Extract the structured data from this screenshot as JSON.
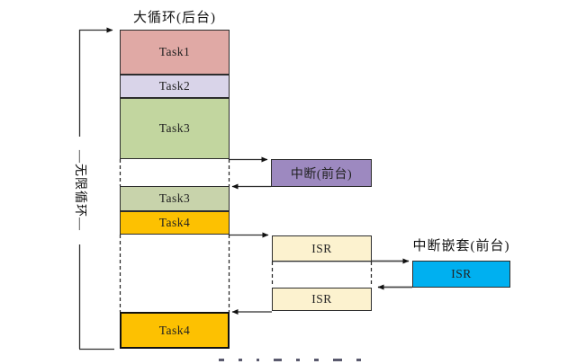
{
  "diagram": {
    "title": "大循环(后台)",
    "infinite_loop_label": "—无限循环—",
    "background_stack": {
      "blocks": [
        {
          "label": "Task1",
          "color": "#e0a9a5"
        },
        {
          "label": "Task2",
          "color": "#d9d4e9"
        },
        {
          "label": "Task3",
          "color": "#c2d69f"
        },
        {
          "label": "Task3",
          "color": "#c8d3ab"
        },
        {
          "label": "Task4",
          "color": "#fdc101"
        },
        {
          "label": "Task4",
          "color": "#fdc101"
        }
      ]
    },
    "foreground": {
      "interrupt_box": {
        "label": "中断(前台)",
        "color": "#9d89c0"
      },
      "isr_blocks": [
        {
          "label": "ISR",
          "color": "#fcf2cf"
        },
        {
          "label": "ISR",
          "color": "#fcf2cf"
        }
      ],
      "nested_interrupt": {
        "title": "中断嵌套(前台)",
        "isr": {
          "label": "ISR",
          "color": "#00b0f0"
        }
      }
    },
    "line_colors": {
      "arrow": "#2f2f2f",
      "dashed": "#222222"
    }
  }
}
